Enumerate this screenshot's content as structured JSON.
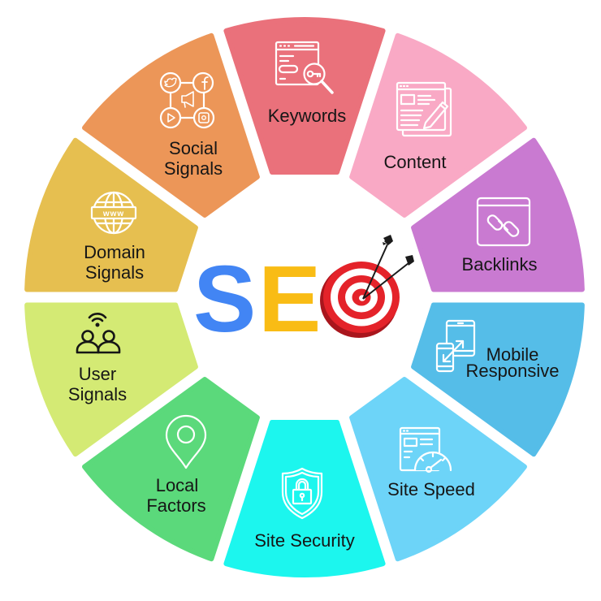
{
  "title": "SEO",
  "center": {
    "letters": [
      {
        "char": "S",
        "color": "#4285F4"
      },
      {
        "char": "E",
        "color": "#F9BC15"
      }
    ],
    "target_icon": "bullseye-target-with-arrows",
    "target_colors": {
      "red": "#E4232A",
      "dark_red": "#A9161D",
      "white": "#FFFFFF"
    }
  },
  "segments": [
    {
      "lines": [
        "Keywords"
      ],
      "color": "#EA717B",
      "icon": "keyword-search-icon"
    },
    {
      "lines": [
        "Content"
      ],
      "color": "#F9A9C5",
      "icon": "content-edit-icon"
    },
    {
      "lines": [
        "Backlinks"
      ],
      "color": "#C97AD1",
      "icon": "link-icon"
    },
    {
      "lines": [
        "Mobile",
        "Responsive"
      ],
      "color": "#55BDE8",
      "icon": "responsive-devices-icon"
    },
    {
      "lines": [
        "Site Speed"
      ],
      "color": "#6DD4F8",
      "icon": "speedometer-icon"
    },
    {
      "lines": [
        "Site Security"
      ],
      "color": "#1CF6EE",
      "icon": "shield-lock-icon"
    },
    {
      "lines": [
        "Local",
        "Factors"
      ],
      "color": "#5BD97B",
      "icon": "location-pin-icon"
    },
    {
      "lines": [
        "User",
        "Signals"
      ],
      "color": "#D4EA74",
      "icon": "users-wifi-icon"
    },
    {
      "lines": [
        "Domain",
        "Signals"
      ],
      "color": "#E6BF50",
      "icon": "globe-www-icon",
      "icon_text": "www"
    },
    {
      "lines": [
        "Social",
        "Signals"
      ],
      "color": "#EC9658",
      "icon": "social-network-icon"
    }
  ]
}
